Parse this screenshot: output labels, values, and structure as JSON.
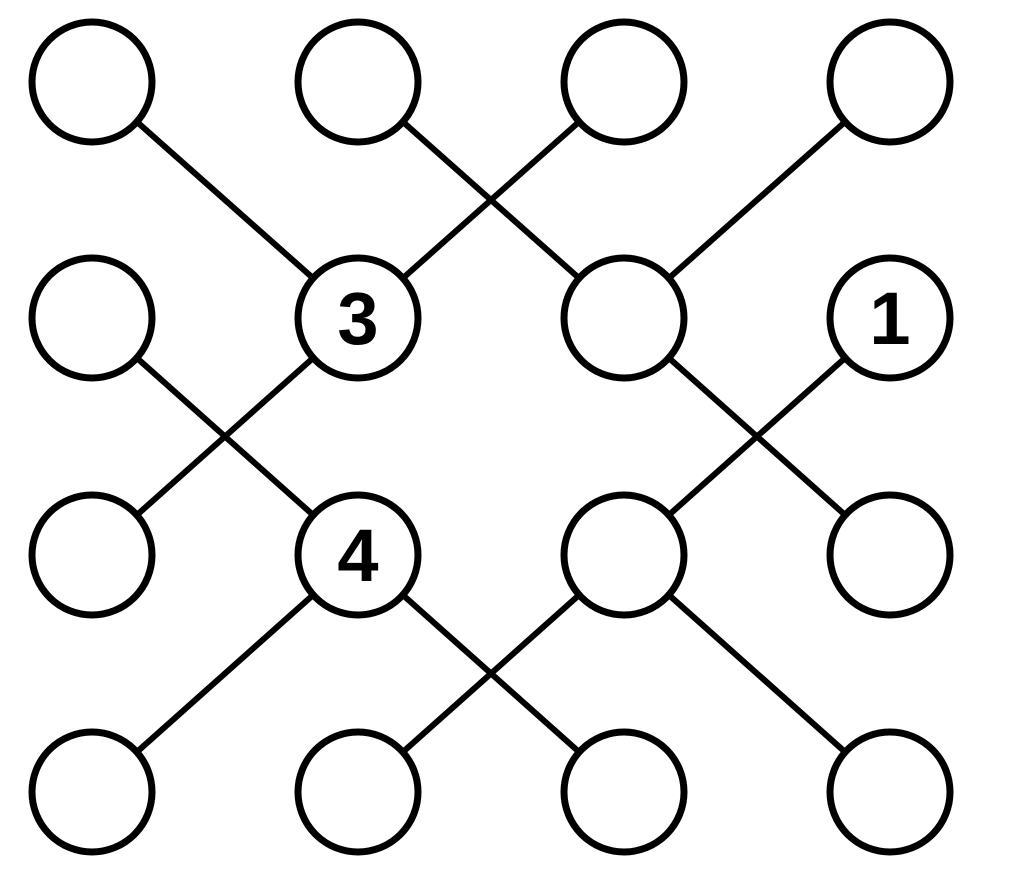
{
  "puzzle": {
    "rows": 4,
    "cols": 4,
    "nodes": [
      {
        "id": "r1c1",
        "row": 1,
        "col": 1,
        "label": ""
      },
      {
        "id": "r1c2",
        "row": 1,
        "col": 2,
        "label": ""
      },
      {
        "id": "r1c3",
        "row": 1,
        "col": 3,
        "label": ""
      },
      {
        "id": "r1c4",
        "row": 1,
        "col": 4,
        "label": ""
      },
      {
        "id": "r2c1",
        "row": 2,
        "col": 1,
        "label": ""
      },
      {
        "id": "r2c2",
        "row": 2,
        "col": 2,
        "label": "3"
      },
      {
        "id": "r2c3",
        "row": 2,
        "col": 3,
        "label": ""
      },
      {
        "id": "r2c4",
        "row": 2,
        "col": 4,
        "label": "1"
      },
      {
        "id": "r3c1",
        "row": 3,
        "col": 1,
        "label": ""
      },
      {
        "id": "r3c2",
        "row": 3,
        "col": 2,
        "label": "4"
      },
      {
        "id": "r3c3",
        "row": 3,
        "col": 3,
        "label": ""
      },
      {
        "id": "r3c4",
        "row": 3,
        "col": 4,
        "label": ""
      },
      {
        "id": "r4c1",
        "row": 4,
        "col": 1,
        "label": ""
      },
      {
        "id": "r4c2",
        "row": 4,
        "col": 2,
        "label": ""
      },
      {
        "id": "r4c3",
        "row": 4,
        "col": 3,
        "label": ""
      },
      {
        "id": "r4c4",
        "row": 4,
        "col": 4,
        "label": ""
      }
    ],
    "edges": [
      {
        "from": "r1c1",
        "to": "r2c2"
      },
      {
        "from": "r1c3",
        "to": "r2c2"
      },
      {
        "from": "r1c2",
        "to": "r2c3"
      },
      {
        "from": "r1c4",
        "to": "r2c3"
      },
      {
        "from": "r2c2",
        "to": "r3c1"
      },
      {
        "from": "r2c1",
        "to": "r3c2"
      },
      {
        "from": "r2c3",
        "to": "r3c4"
      },
      {
        "from": "r2c4",
        "to": "r3c3"
      },
      {
        "from": "r3c2",
        "to": "r4c1"
      },
      {
        "from": "r3c2",
        "to": "r4c3"
      },
      {
        "from": "r3c3",
        "to": "r4c2"
      },
      {
        "from": "r3c3",
        "to": "r4c4"
      }
    ]
  }
}
